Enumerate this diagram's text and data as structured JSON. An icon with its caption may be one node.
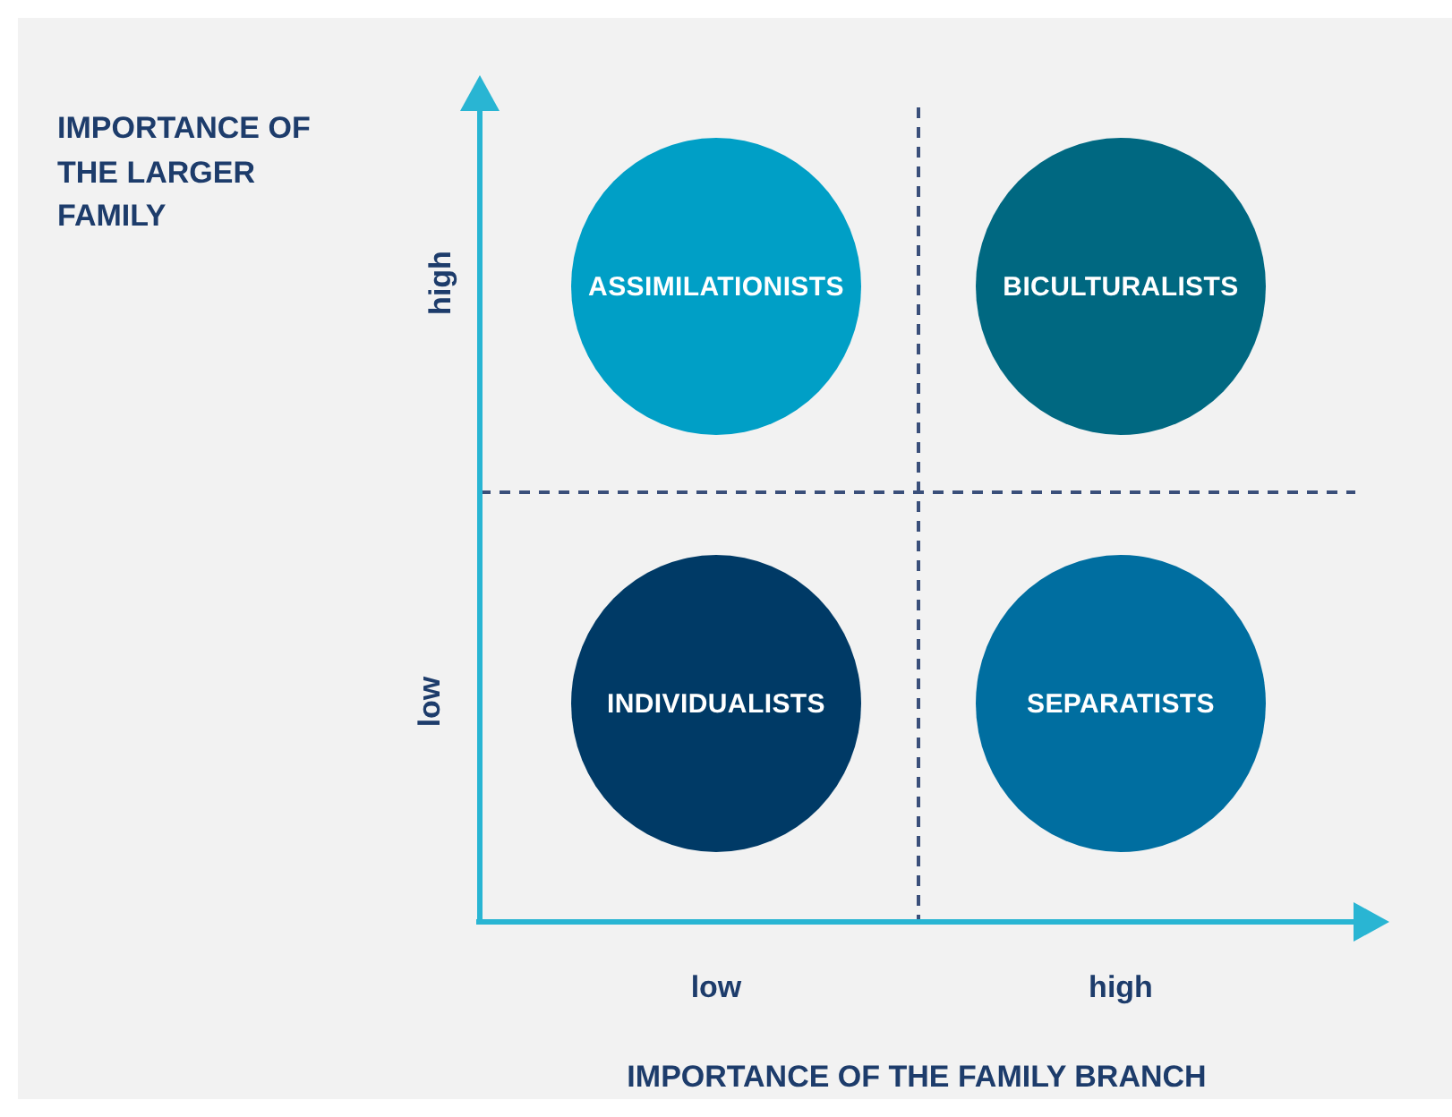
{
  "diagram": {
    "nodes": [
      {
        "text": [
          "ASSIMILATIONISTS"
        ]
      },
      {
        "text": [
          "BICULTURALISTS"
        ]
      },
      {
        "text": [
          "INDIVIDUALISTS"
        ]
      },
      {
        "text": [
          "SEPARATISTS"
        ]
      }
    ],
    "labels": [
      "IMPORTANCE OF THE LARGER FAMILY",
      "high",
      "low",
      "low",
      "high",
      "IMPORTANCE OF THE FAMILY BRANCH"
    ]
  }
}
